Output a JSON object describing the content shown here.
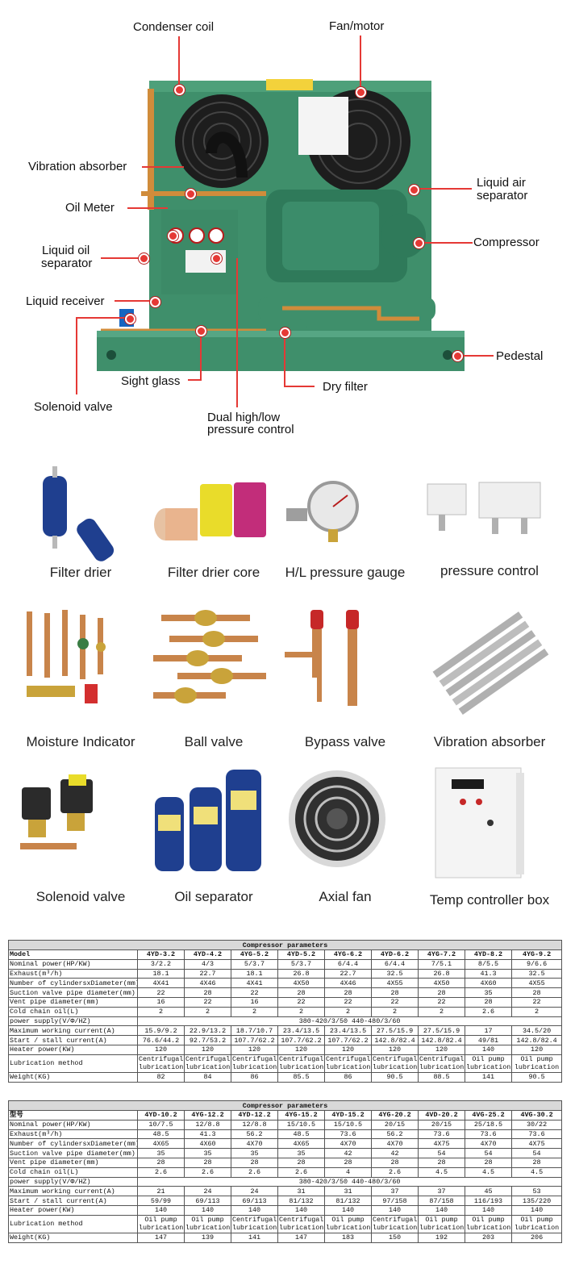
{
  "diagram": {
    "labels": {
      "condenser_coil": "Condenser coil",
      "fan_motor": "Fan/motor",
      "vibration_absorber": "Vibration absorber",
      "oil_meter": "Oil Meter",
      "liquid_oil_separator_1": "Liquid oil",
      "liquid_oil_separator_2": "separator",
      "liquid_receiver": "Liquid receiver",
      "liquid_air_separator_1": "Liquid air",
      "liquid_air_separator_2": "separator",
      "compressor": "Compressor",
      "pedestal": "Pedestal",
      "sight_glass": "Sight glass",
      "dry_filter": "Dry filter",
      "solenoid_valve": "Solenoid valve",
      "pressure_control_1": "Dual high/low",
      "pressure_control_2": "pressure control"
    }
  },
  "parts": [
    {
      "name": "Filter drier"
    },
    {
      "name": "Filter drier core"
    },
    {
      "name": "H/L pressure gauge"
    },
    {
      "name": "pressure control"
    },
    {
      "name": "Moisture Indicator"
    },
    {
      "name": "Ball valve"
    },
    {
      "name": "Bypass valve"
    },
    {
      "name": "Vibration absorber"
    },
    {
      "name": "Solenoid valve"
    },
    {
      "name": "Oil separator"
    },
    {
      "name": "Axial fan"
    },
    {
      "name": "Temp controller box"
    }
  ],
  "tables": [
    {
      "title": "Compressor parameters",
      "header_label": "Model",
      "models": [
        "4YD-3.2",
        "4YD-4.2",
        "4YG-5.2",
        "4YD-5.2",
        "4YG-6.2",
        "4YD-6.2",
        "4YG-7.2",
        "4YD-8.2",
        "4YG-9.2"
      ],
      "rows": [
        {
          "label": "Nominal power(HP/KW)",
          "values": [
            "3/2.2",
            "4/3",
            "5/3.7",
            "5/3.7",
            "6/4.4",
            "6/4.4",
            "7/5.1",
            "8/5.5",
            "9/6.6"
          ]
        },
        {
          "label": "Exhaust(m³/h)",
          "values": [
            "18.1",
            "22.7",
            "18.1",
            "26.8",
            "22.7",
            "32.5",
            "26.8",
            "41.3",
            "32.5"
          ]
        },
        {
          "label": "Number of cylindersxDiameter(mm)",
          "values": [
            "4X41",
            "4X46",
            "4X41",
            "4X50",
            "4X46",
            "4X55",
            "4X50",
            "4X60",
            "4X55"
          ]
        },
        {
          "label": "Suction valve pipe diameter(mm)",
          "values": [
            "22",
            "28",
            "22",
            "28",
            "28",
            "28",
            "28",
            "35",
            "28"
          ]
        },
        {
          "label": "Vent pipe diameter(mm)",
          "values": [
            "16",
            "22",
            "16",
            "22",
            "22",
            "22",
            "22",
            "28",
            "22"
          ]
        },
        {
          "label": "Cold chain oil(L)",
          "values": [
            "2",
            "2",
            "2",
            "2",
            "2",
            "2",
            "2",
            "2.6",
            "2"
          ]
        },
        {
          "label": "power supply(V/Φ/HZ)",
          "span": "380-420/3/50 440-480/3/60"
        },
        {
          "label": "Maximum working current(A)",
          "values": [
            "15.9/9.2",
            "22.9/13.2",
            "18.7/10.7",
            "23.4/13.5",
            "23.4/13.5",
            "27.5/15.9",
            "27.5/15.9",
            "17",
            "34.5/20"
          ]
        },
        {
          "label": "Start / stall current(A)",
          "values": [
            "76.6/44.2",
            "92.7/53.2",
            "107.7/62.2",
            "107.7/62.2",
            "107.7/62.2",
            "142.8/82.4",
            "142.8/82.4",
            "49/81",
            "142.8/82.4"
          ]
        },
        {
          "label": "Heater power(KW)",
          "values": [
            "120",
            "120",
            "120",
            "120",
            "120",
            "120",
            "120",
            "140",
            "120"
          ]
        },
        {
          "label": "Lubrication method",
          "two": true,
          "values": [
            "Centrifugal lubrication",
            "Centrifugal lubrication",
            "Centrifugal lubrication",
            "Centrifugal lubrication",
            "Centrifugal lubrication",
            "Centrifugal lubrication",
            "Centrifugal lubrication",
            "Oil pump lubrication",
            "Oil pump lubrication"
          ]
        },
        {
          "label": "Weight(KG)",
          "values": [
            "82",
            "84",
            "86",
            "85.5",
            "86",
            "90.5",
            "88.5",
            "141",
            "90.5"
          ]
        }
      ]
    },
    {
      "title": "Compressor parameters",
      "header_label": "型号",
      "models": [
        "4YD-10.2",
        "4YG-12.2",
        "4YD-12.2",
        "4YG-15.2",
        "4YD-15.2",
        "4YG-20.2",
        "4VD-20.2",
        "4VG-25.2",
        "4VG-30.2"
      ],
      "rows": [
        {
          "label": "Nominal power(HP/KW)",
          "values": [
            "10/7.5",
            "12/8.8",
            "12/8.8",
            "15/10.5",
            "15/10.5",
            "20/15",
            "20/15",
            "25/18.5",
            "30/22"
          ]
        },
        {
          "label": "Exhaust(m³/h)",
          "values": [
            "48.5",
            "41.3",
            "56.2",
            "48.5",
            "73.6",
            "56.2",
            "73.6",
            "73.6",
            "73.6"
          ]
        },
        {
          "label": "Number of cylindersxDiameter(mm)",
          "values": [
            "4X65",
            "4X60",
            "4X70",
            "4X65",
            "4X70",
            "4X70",
            "4X75",
            "4X70",
            "4X75"
          ]
        },
        {
          "label": "Suction valve pipe diameter(mm)",
          "values": [
            "35",
            "35",
            "35",
            "35",
            "42",
            "42",
            "54",
            "54",
            "54"
          ]
        },
        {
          "label": "Vent pipe diameter(mm)",
          "values": [
            "28",
            "28",
            "28",
            "28",
            "28",
            "28",
            "28",
            "28",
            "28"
          ]
        },
        {
          "label": "Cold chain oil(L)",
          "values": [
            "2.6",
            "2.6",
            "2.6",
            "2.6",
            "4",
            "2.6",
            "4.5",
            "4.5",
            "4.5"
          ]
        },
        {
          "label": "power supply(V/Φ/HZ)",
          "span": "380-420/3/50 440-480/3/60"
        },
        {
          "label": "Maximum working current(A)",
          "values": [
            "21",
            "24",
            "24",
            "31",
            "31",
            "37",
            "37",
            "45",
            "53"
          ]
        },
        {
          "label": "Start / stall current(A)",
          "values": [
            "59/99",
            "69/113",
            "69/113",
            "81/132",
            "81/132",
            "97/158",
            "87/158",
            "116/193",
            "135/220"
          ]
        },
        {
          "label": "Heater power(KW)",
          "values": [
            "140",
            "140",
            "140",
            "140",
            "140",
            "140",
            "140",
            "140",
            "140"
          ]
        },
        {
          "label": "Lubrication method",
          "two": true,
          "values": [
            "Oil pump lubrication",
            "Oil pump lubrication",
            "Centrifugal lubrication",
            "Centrifugal lubrication",
            "Oil pump lubrication",
            "Centrifugal lubrication",
            "Oil pump lubrication",
            "Oil pump lubrication",
            "Oil pump lubrication"
          ]
        },
        {
          "label": "Weight(KG)",
          "values": [
            "147",
            "139",
            "141",
            "147",
            "183",
            "150",
            "192",
            "203",
            "206"
          ]
        }
      ]
    }
  ]
}
